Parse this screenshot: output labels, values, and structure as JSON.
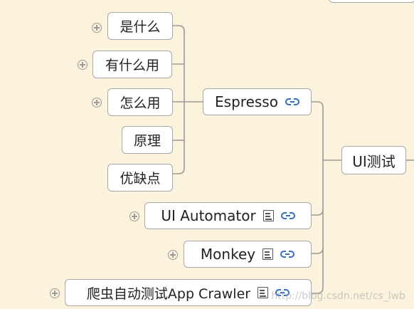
{
  "nodes": {
    "shi_shen_me": "是什么",
    "you_shen_me_yong": "有什么用",
    "zen_me_yong": "怎么用",
    "yuan_li": "原理",
    "you_que_dian": "优缺点",
    "espresso": "Espresso",
    "ui_test": "UI测试",
    "ui_automator": "UI Automator",
    "monkey": "Monkey",
    "app_crawler": "爬虫自动测试App Crawler"
  },
  "watermark": "http://blog.csdn.net/cs_lwb",
  "colors": {
    "background": "#fcf3dc",
    "line": "#9b9b9b",
    "link_icon": "#2f6fd6",
    "node_border": "#a8a8a8"
  },
  "icons": [
    "expand-plus-icon",
    "note-icon",
    "link-icon"
  ]
}
